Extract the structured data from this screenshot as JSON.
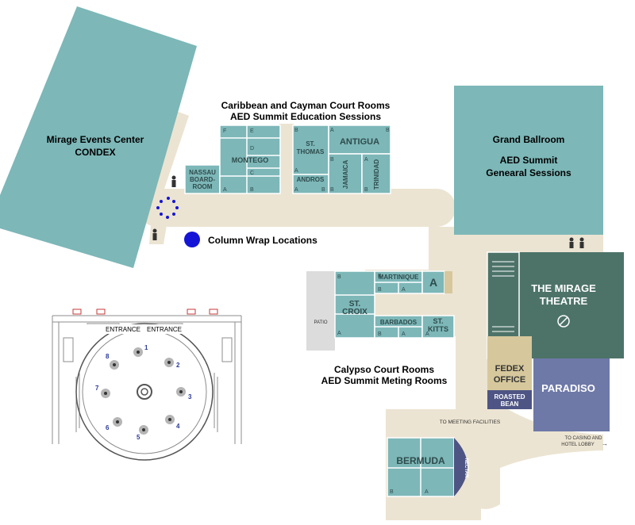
{
  "colors": {
    "room": "#7db7b8",
    "room_stroke": "#ffffff",
    "corridor": "#ece4d2",
    "theatre": "#4d7369",
    "paradiso": "#6e79a8",
    "roasted_bean": "#4e5585",
    "fedex": "#d6c89c",
    "patio": "#dcdcdc",
    "marker": "#1414d6",
    "inset_marker": "#2a3a9a",
    "text_dark": "#000000",
    "text_light": "#ffffff",
    "text_room": "#2f4b4c"
  },
  "venue_labels": {
    "events_center_line1": "Mirage Events Center",
    "events_center_line2": "CONDEX",
    "grand_ballroom": "Grand Ballroom",
    "grand_ballroom_sub1": "AED Summit",
    "grand_ballroom_sub2": "Genearal Sessions",
    "caribbean_title1": "Caribbean and Cayman Court Rooms",
    "caribbean_title2": "AED Summit Education Sessions",
    "calypso_title1": "Calypso Court Rooms",
    "calypso_title2": "AED Summit Meting Rooms",
    "legend_column_wrap": "Column Wrap Locations",
    "theatre1": "THE MIRAGE",
    "theatre2": "THEATRE",
    "paradiso": "PARADISO",
    "fedex1": "FEDEX",
    "fedex2": "OFFICE",
    "roasted1": "ROASTED",
    "roasted2": "BEAN",
    "bermuda": "BERMUDA",
    "nectar": "NECTAR",
    "patio": "PATIO",
    "to_meeting": "TO MEETING FACILITIES",
    "to_casino1": "TO CASINO AND",
    "to_casino2": "HOTEL LOBBY",
    "to_casino_arrow": "→"
  },
  "rooms": {
    "nassau1": "NASSAU",
    "nassau2": "BOARD-",
    "nassau3": "ROOM",
    "montego": "MONTEGO",
    "st_thomas1": "ST.",
    "st_thomas2": "THOMAS",
    "antigua": "ANTIGUA",
    "andros": "ANDROS",
    "jamaica": "JAMAICA",
    "trinidad": "TRINIDAD",
    "martinique": "MARTINIQUE",
    "st_croix1": "ST.",
    "st_croix2": "CROIX",
    "barbados": "BARBADOS",
    "st_kitts1": "ST.",
    "st_kitts2": "KITTS",
    "a_room": "A"
  },
  "section_letters": {
    "montego_f": "F",
    "montego_e": "E",
    "montego_d": "D",
    "montego_c": "C",
    "montego_a": "A",
    "montego_b": "B",
    "stthomas_b": "B",
    "stthomas_a": "A",
    "stthomas_b2": "B",
    "antigua_a": "A",
    "antigua_b": "B",
    "andros_a": "A",
    "andros_b": "B",
    "trinidad_a": "A",
    "trinidad_b": "B",
    "jamaica_a": "A",
    "jamaica_b": "B",
    "mart_b": "B",
    "mart_a": "A",
    "mart_b2": "B",
    "croix_b": "B",
    "croix_a": "A",
    "barb_b": "B",
    "barb_a": "A",
    "kitts_a": "A",
    "bermuda_b": "B",
    "bermuda_a": "A"
  },
  "inset": {
    "entrance1": "ENTRANCE",
    "entrance2": "ENTRANCE",
    "markers": [
      "1",
      "2",
      "3",
      "4",
      "5",
      "6",
      "7",
      "8"
    ]
  }
}
